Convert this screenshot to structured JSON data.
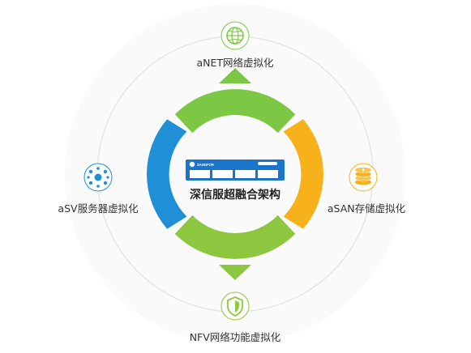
{
  "center": {
    "title": "深信服超融合架构",
    "logo_text": "SANGFOR"
  },
  "nodes": {
    "top": {
      "label": "aNET网络虚拟化",
      "icon": "network-globe-icon"
    },
    "right": {
      "label": "aSAN存储虚拟化",
      "icon": "storage-disks-icon"
    },
    "bottom": {
      "label": "NFV网络功能虚拟化",
      "icon": "security-shield-icon"
    },
    "left": {
      "label": "aSV服务器虚拟化",
      "icon": "server-cluster-icon"
    }
  },
  "colors": {
    "green": "#7cc743",
    "orange": "#f7b21b",
    "blue": "#1f8fd6",
    "lightgreen": "#8dc63f",
    "ring": "#e6e6e6",
    "server_blue": "#1a74c8"
  }
}
